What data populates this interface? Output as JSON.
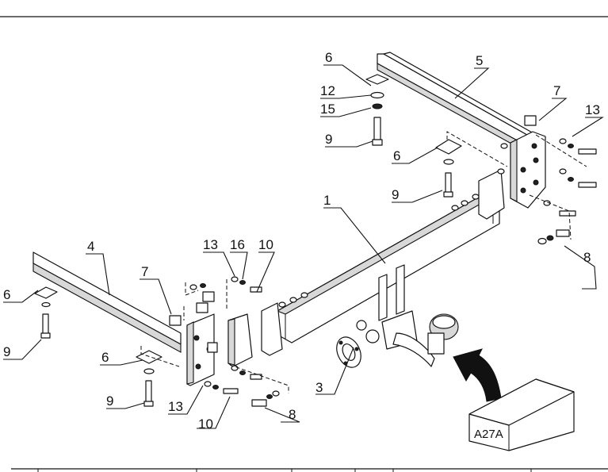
{
  "callouts": {
    "c1": "1",
    "c3": "3",
    "c4": "4",
    "c5": "5",
    "c6a": "6",
    "c6b": "6",
    "c6c": "6",
    "c6d": "6",
    "c7a": "7",
    "c7b": "7",
    "c8a": "8",
    "c8b": "8",
    "c9a": "9",
    "c9b": "9",
    "c9c": "9",
    "c9d": "9",
    "c10a": "10",
    "c10b": "10",
    "c12": "12",
    "c13a": "13",
    "c13b": "13",
    "c13c": "13",
    "c15": "15",
    "c16": "16"
  },
  "model_box": {
    "label": "A27A"
  }
}
